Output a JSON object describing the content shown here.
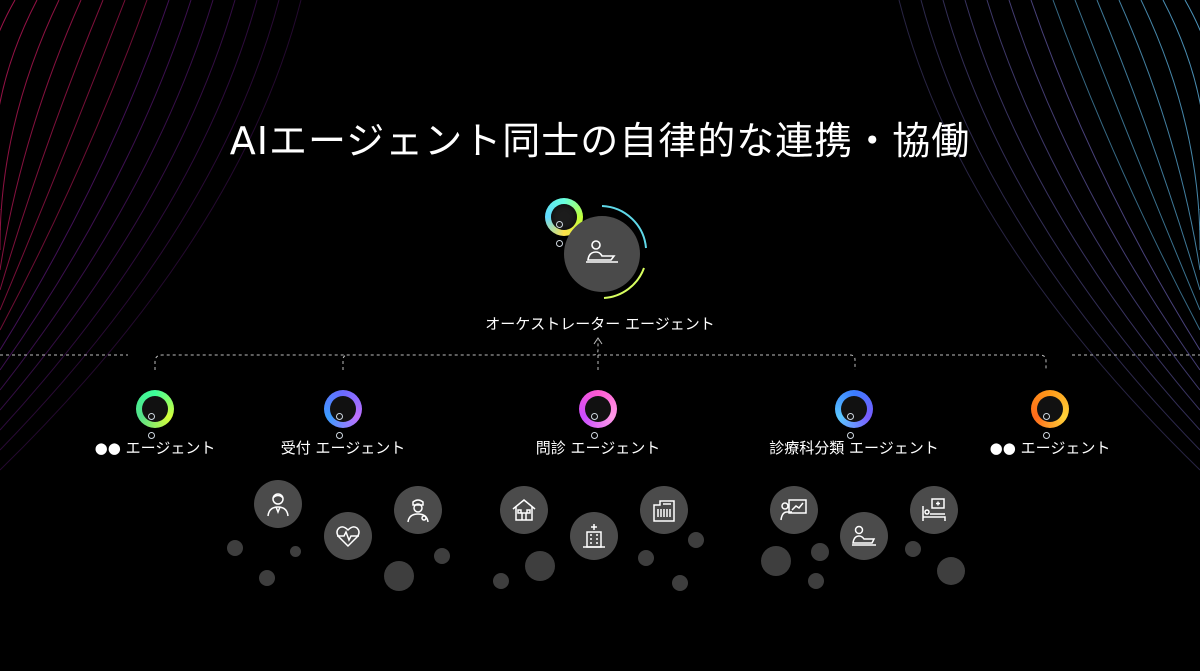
{
  "title": "AIエージェント同士の自律的な連携・協働",
  "orchestrator": {
    "label": "オーケストレーター エージェント",
    "icon": "person-at-desk-icon"
  },
  "agents": [
    {
      "label": "●● エージェント",
      "ring_colors": [
        "#3cff9a",
        "#d7ff3a",
        "#55e08a"
      ]
    },
    {
      "label": "受付 エージェント",
      "ring_colors": [
        "#6a6aff",
        "#c070ff",
        "#3a9cff"
      ]
    },
    {
      "label": "問診 エージェント",
      "ring_colors": [
        "#ff5ad2",
        "#ff9ae8",
        "#c94cff"
      ]
    },
    {
      "label": "診療科分類 エージェント",
      "ring_colors": [
        "#3a7cff",
        "#7a5cff",
        "#5ac8ff"
      ]
    },
    {
      "label": "●● エージェント",
      "ring_colors": [
        "#ff9a1a",
        "#ffd23a",
        "#ff6a1a"
      ]
    }
  ],
  "icons": {
    "reception": [
      "doctor-icon",
      "heartbeat-icon",
      "nurse-icon"
    ],
    "inquiry": [
      "house-icon",
      "hospital-icon",
      "building-icon"
    ],
    "department": [
      "presentation-icon",
      "person-at-desk-icon",
      "hospital-bed-icon"
    ]
  },
  "colors": {
    "background": "#000000",
    "bubble": "#4b4b4b",
    "dot": "#3e3e3e"
  }
}
